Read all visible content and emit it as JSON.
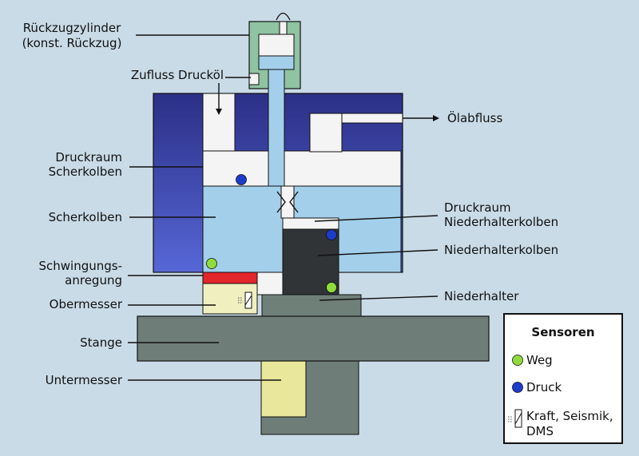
{
  "labels": {
    "rueckzugzylinder_line1": "Rückzugzylinder",
    "rueckzugzylinder_line2": "(konst. Rückzug)",
    "zufluss": "Zufluss Drucköl",
    "oelabfluss": "Ölabfluss",
    "druckraum_scher_line1": "Druckraum",
    "druckraum_scher_line2": "Scherkolben",
    "scherkolben": "Scherkolben",
    "druckraum_nieder_line1": "Druckraum",
    "druckraum_nieder_line2": "Niederhalterkolben",
    "niederhalterkolben": "Niederhalterkolben",
    "schwingung_line1": "Schwingungs-",
    "schwingung_line2": "anregung",
    "obermesser": "Obermesser",
    "niederhalter": "Niederhalter",
    "stange": "Stange",
    "untermesser": "Untermesser"
  },
  "legend": {
    "title": "Sensoren",
    "weg": "Weg",
    "druck": "Druck",
    "kraft_line1": "Kraft, Seismik,",
    "kraft_line2": "DMS"
  },
  "colors": {
    "background": "#c9dbe6",
    "housing_dark": "#2b2f86",
    "housing_light": "#5667d6",
    "oil_chamber": "#f4f4f4",
    "piston_blue": "#a3cfea",
    "cylinder_green": "#8fc3a1",
    "holder_piston": "#303436",
    "holder_gray": "#6f8079",
    "rod_gray": "#6e7d78",
    "upper_knife": "#f0efc0",
    "lower_knife": "#e8e79a",
    "excitation_red": "#e2262b",
    "sensor_weg": "#8fdc3c",
    "sensor_druck": "#1c3cc9"
  },
  "icons": {
    "weg": "green-dot-icon",
    "druck": "blue-dot-icon",
    "kraft": "force-sensor-icon"
  }
}
